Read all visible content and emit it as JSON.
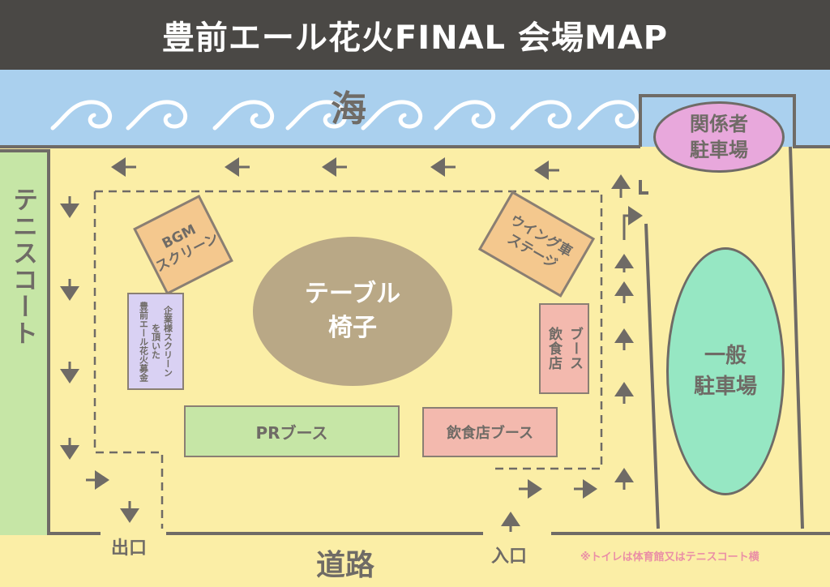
{
  "title": "豊前エール花火FINAL 会場MAP",
  "areas": {
    "sea": "海",
    "tennis_court": "テニスコート",
    "bgm_screen": [
      "BGM",
      "スクリーン"
    ],
    "wing_stage": [
      "ウイング車",
      "ステージ"
    ],
    "sponsor_screen": [
      "豊前エール花火募金",
      "を頂いた",
      "企業様スクリーン"
    ],
    "food_booth_vertical": [
      "飲食店",
      "ブース"
    ],
    "table_chairs": [
      "テーブル",
      "椅子"
    ],
    "pr_booth": "PRブース",
    "food_booth": "飲食店ブース",
    "staff_parking": [
      "関係者",
      "駐車場"
    ],
    "general_parking": [
      "一般",
      "駐車場"
    ],
    "road": "道路",
    "exit": "出口",
    "entrance": "入口"
  },
  "note": "※トイレは体育館又はテニスコート横",
  "colors": {
    "background": "#fbeea6",
    "title_bar": "#4a4845",
    "sea": "#aad0ee",
    "tennis": "#c6e6a6",
    "table": "#b9a886",
    "staff_parking": "#e8a8dc",
    "general_parking": "#96e7c3",
    "booth_orange": "#f4c88e",
    "booth_pink": "#f3b9ae",
    "booth_purple": "#d9d1f3",
    "lines": "#6f6b66",
    "note": "#ea8fa6"
  },
  "icons": {
    "waves": "wave-swirl-icon",
    "flow_arrows": "arrow-icon"
  }
}
